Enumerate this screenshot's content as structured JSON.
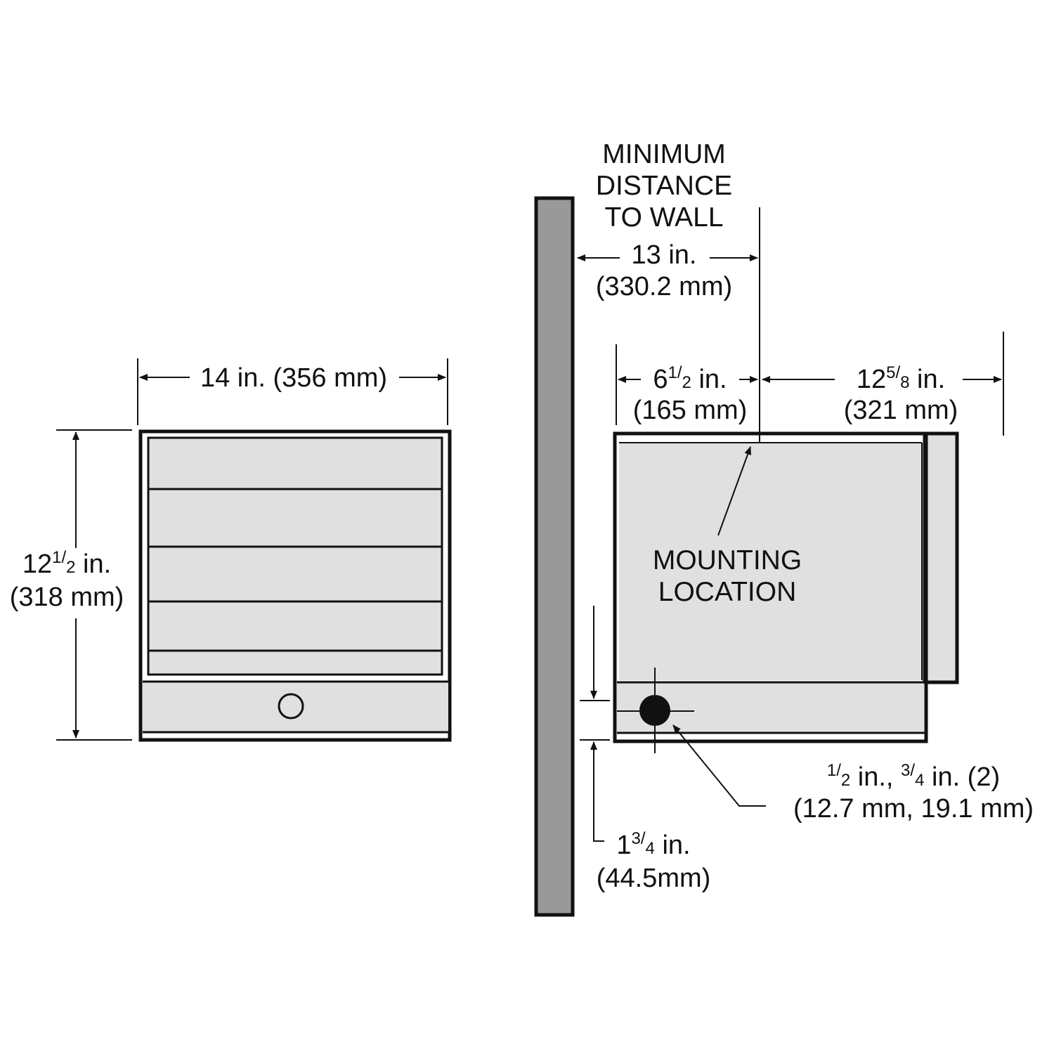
{
  "colors": {
    "wall": "#999999",
    "panel": "#e0e0e0",
    "line": "#111111"
  },
  "front_view": {
    "width": {
      "label": "14 in. (356 mm)"
    },
    "height": {
      "whole": "12",
      "num": "1",
      "slash": "/",
      "den": "2",
      "rest": " in.",
      "metric": "(318 mm)"
    }
  },
  "side_view": {
    "wall_note": [
      "MINIMUM",
      "DISTANCE",
      "TO WALL"
    ],
    "wall_distance": {
      "imperial": "13 in.",
      "metric": "(330.2 mm)"
    },
    "mount_offset": {
      "whole": "6",
      "num": "1",
      "slash": "/",
      "den": "2",
      "rest": " in.",
      "metric": "(165 mm)"
    },
    "depth": {
      "whole": "12",
      "num": "5",
      "slash": "/",
      "den": "8",
      "rest": " in.",
      "metric": "(321 mm)"
    },
    "mounting_label": [
      "MOUNTING",
      "LOCATION"
    ],
    "knockout": {
      "num1": "1",
      "den1": "2",
      "mid": " in., ",
      "num2": "3",
      "den2": "4",
      "rest": " in. (2)",
      "slash": "/",
      "metric": "(12.7 mm, 19.1 mm)"
    },
    "bottom_offset": {
      "whole": "1",
      "num": "3",
      "slash": "/",
      "den": "4",
      "rest": " in.",
      "metric": "(44.5mm)"
    }
  }
}
